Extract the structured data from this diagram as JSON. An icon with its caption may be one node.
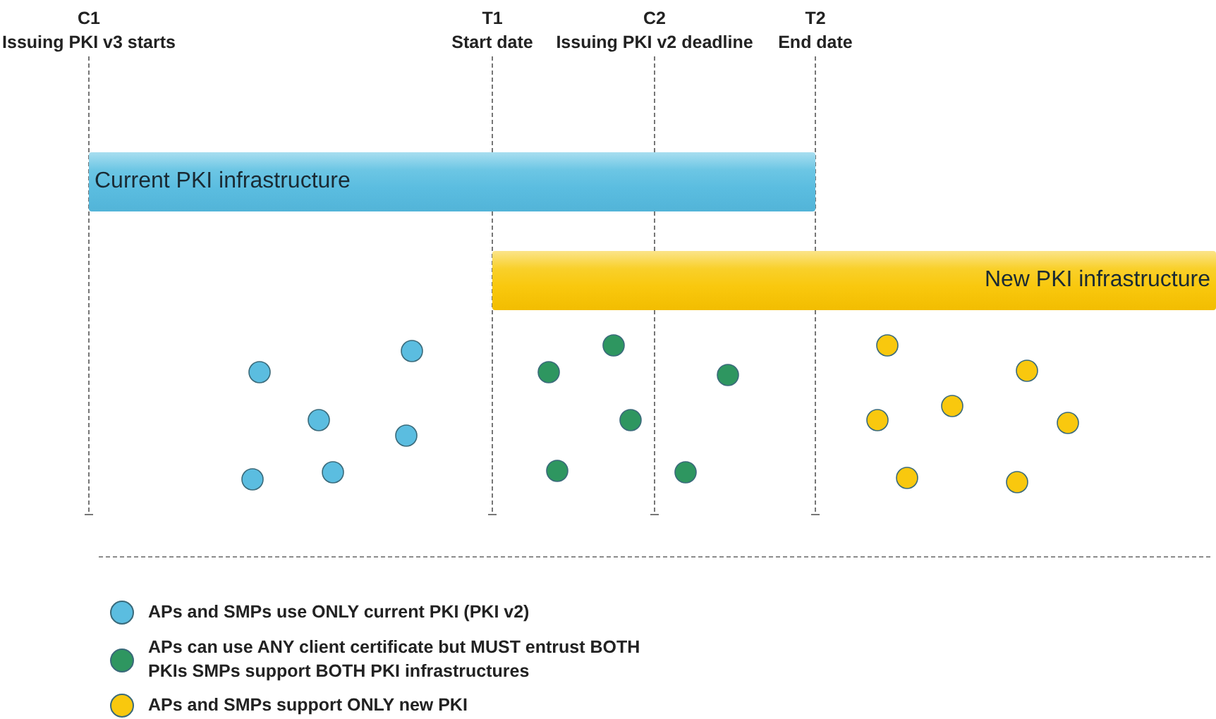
{
  "diagram": {
    "nodes": [
      {
        "text": [
          "Current PKI infrastructure"
        ]
      },
      {
        "text": [
          "New PKI infrastructure"
        ]
      }
    ],
    "labels": [
      "C1",
      "Issuing PKI v3 starts",
      "T1",
      "Start date",
      "C2",
      "Issuing PKI v2 deadline",
      "T2",
      "End date"
    ],
    "legend": [
      {
        "text": "APs and SMPs use ONLY current PKI (PKI v2)",
        "color": "#5bbde0"
      },
      {
        "text": "APs can use ANY client certificate but MUST entrust BOTH PKIs SMPs support BOTH PKI infrastructures",
        "color": "#2e9660"
      },
      {
        "text": "APs and SMPs support ONLY new PKI",
        "color": "#f9c80e"
      }
    ]
  }
}
